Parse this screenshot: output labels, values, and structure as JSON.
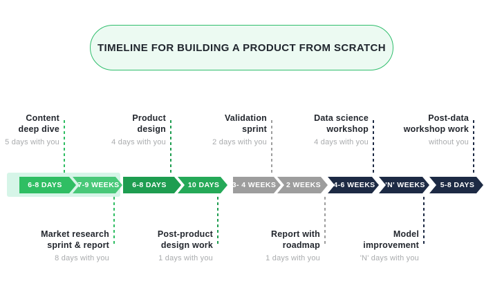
{
  "title": "TIMELINE FOR BUILDING A PRODUCT FROM SCRATCH",
  "colors": {
    "pill_background": "#ecfaf2",
    "pill_border": "#2ebd6b",
    "highlight_band": "#d6f5e8",
    "green_bright": "#2fbe63",
    "green_light": "#48c878",
    "green_dark": "#1e9d50",
    "green_medium": "#25a958",
    "gray_segment": "#9d9d9d",
    "navy_segment": "#1d2a44",
    "label_dark": "#23272e",
    "label_gray": "#a9abad"
  },
  "segments": [
    {
      "label": "6-8 DAYS",
      "color": "#2fbe63"
    },
    {
      "label": "7-9 WEEKS",
      "color": "#48c878"
    },
    {
      "label": "6-8 DAYS",
      "color": "#1e9d50"
    },
    {
      "label": "10 DAYS",
      "color": "#25a958"
    },
    {
      "label": "3- 4 WEEKS",
      "color": "#9d9d9d"
    },
    {
      "label": "2 WEEKS",
      "color": "#9d9d9d"
    },
    {
      "label": "4-6 WEEKS",
      "color": "#1d2a44"
    },
    {
      "label": "'N' WEEKS",
      "color": "#1d2a44"
    },
    {
      "label": "5-8 DAYS",
      "color": "#1d2a44"
    }
  ],
  "milestones_top": [
    {
      "title": "Content\ndeep dive",
      "subtitle": "5 days with you"
    },
    {
      "title": "Product\ndesign",
      "subtitle": "4 days with you"
    },
    {
      "title": "Validation\nsprint",
      "subtitle": "2 days with you"
    },
    {
      "title": "Data science\nworkshop",
      "subtitle": "4 days with you"
    },
    {
      "title": "Post-data\nworkshop work",
      "subtitle": "without you"
    }
  ],
  "milestones_bottom": [
    {
      "title": "Market research\nsprint & report",
      "subtitle": "8 days with you"
    },
    {
      "title": "Post-product\ndesign work",
      "subtitle": "1 days with you"
    },
    {
      "title": "Report with\nroadmap",
      "subtitle": "1 days with you"
    },
    {
      "title": "Model\nimprovement",
      "subtitle": "'N' days with you"
    }
  ]
}
